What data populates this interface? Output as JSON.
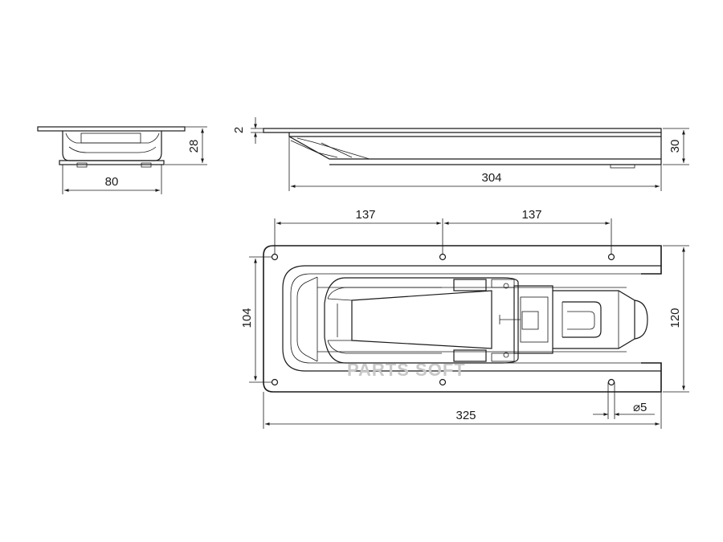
{
  "dimensions": {
    "end_view_width": "80",
    "end_view_height": "28",
    "side_plate_thickness": "2",
    "side_height": "30",
    "side_length": "304",
    "hole_spacing_left": "137",
    "hole_spacing_right": "137",
    "inner_width": "104",
    "outer_width": "120",
    "overall_length": "325",
    "hole_diameter": "⌀5"
  },
  "watermark": "PARTS SOFT"
}
